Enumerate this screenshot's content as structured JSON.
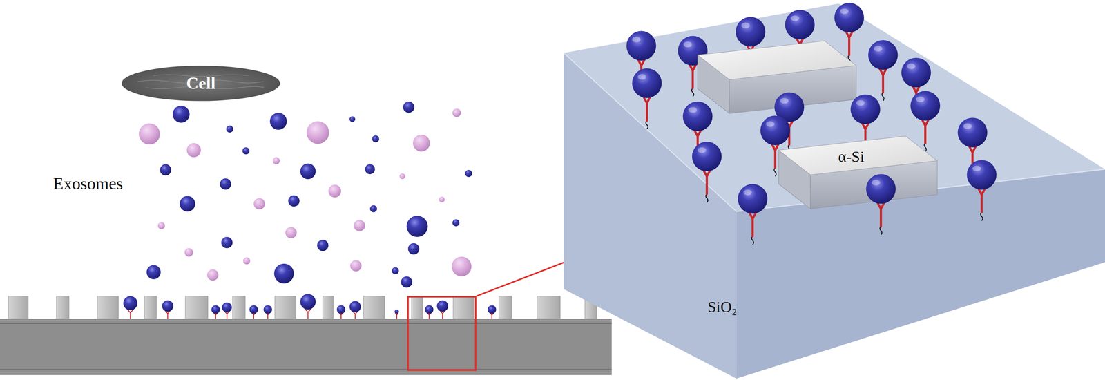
{
  "diagram": {
    "nodes": [
      {
        "text": [
          "Cell"
        ]
      }
    ],
    "labels": [
      "Exosomes",
      "α-Si",
      "SiO₂"
    ]
  }
}
